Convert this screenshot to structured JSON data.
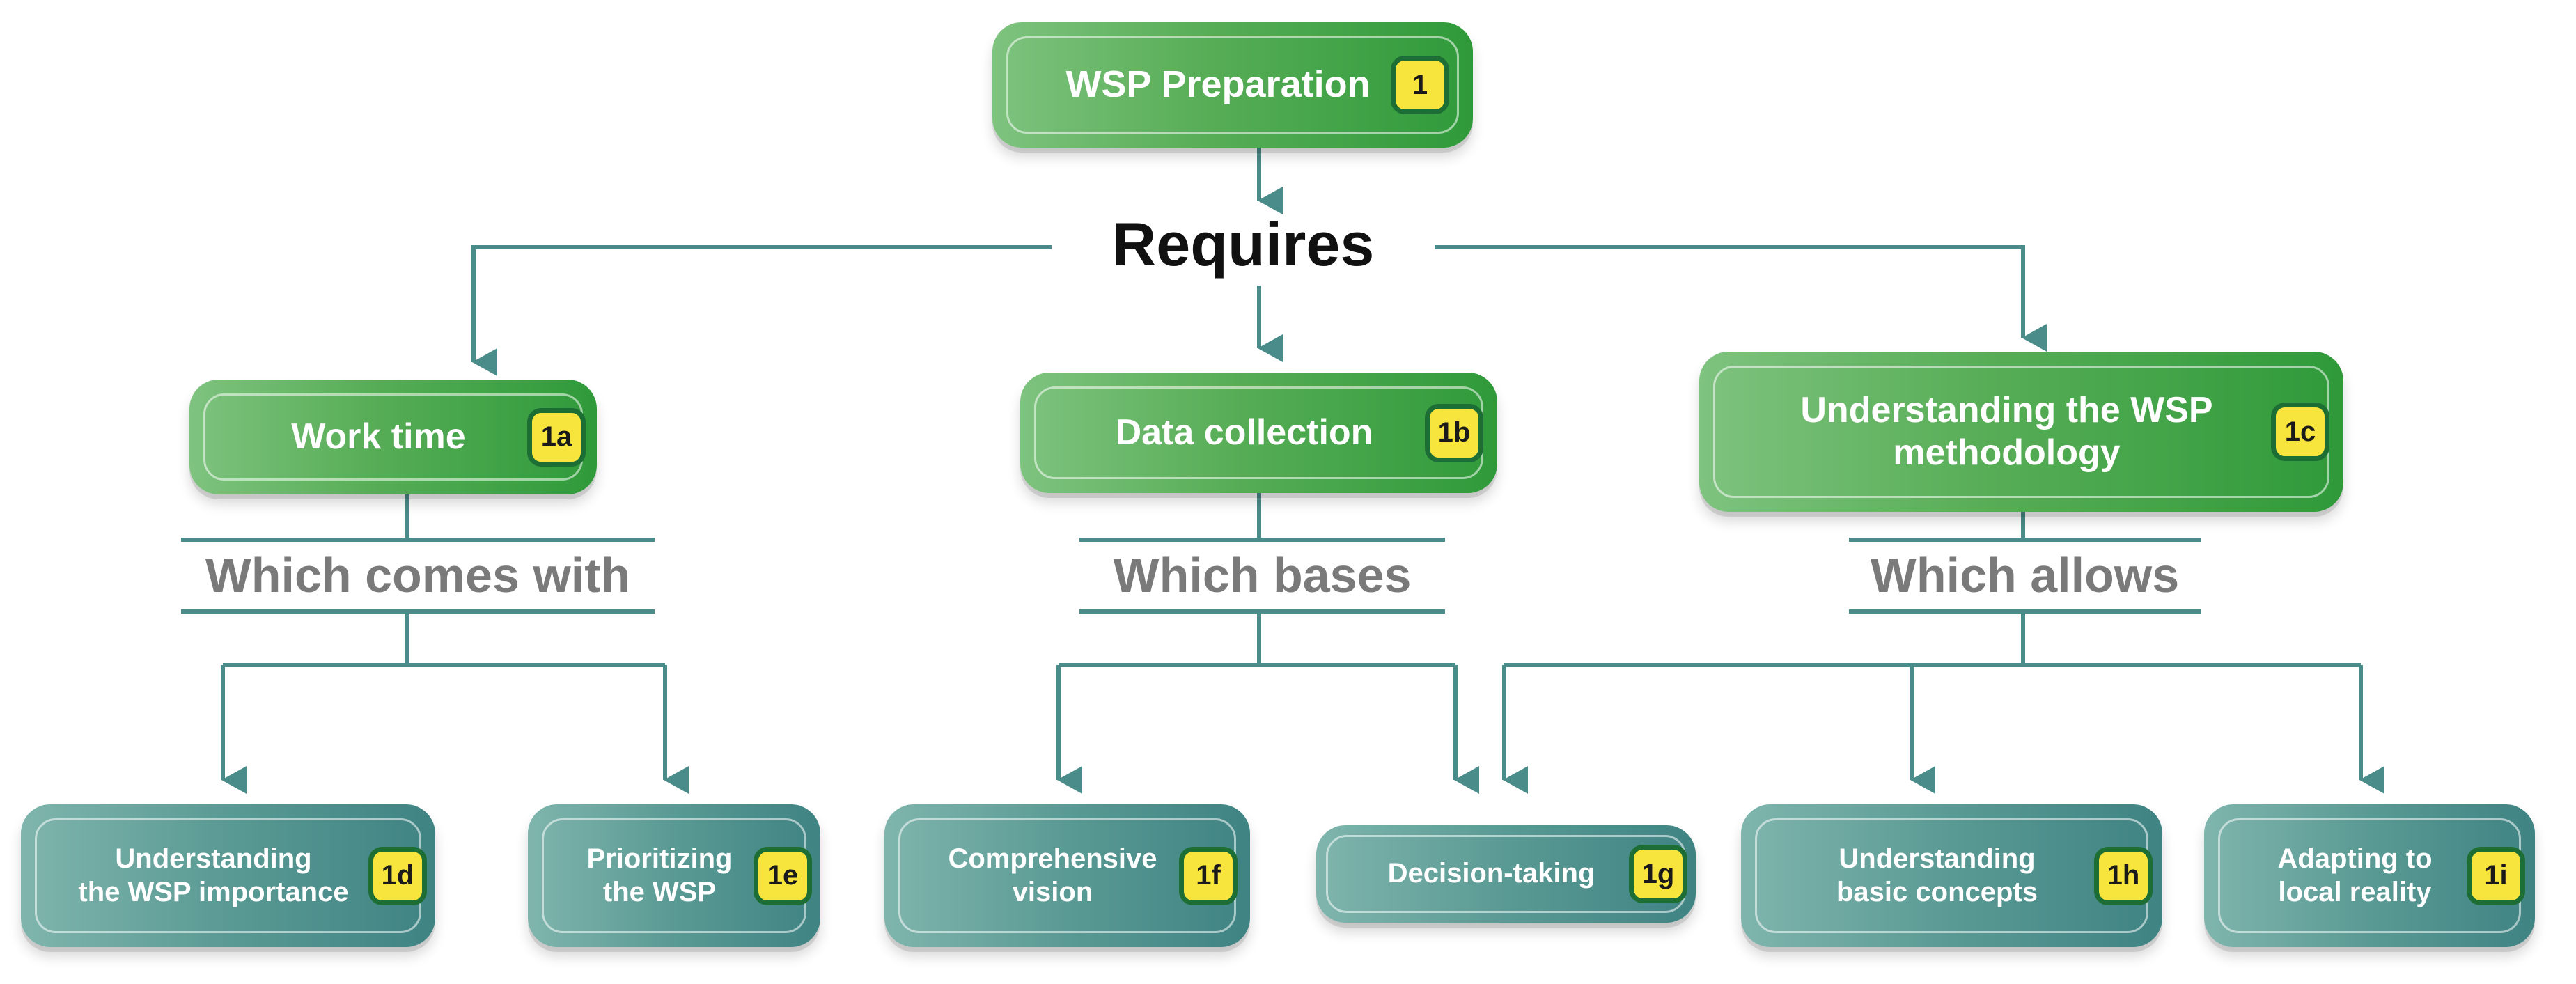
{
  "root": {
    "label": "WSP Preparation",
    "badge": "1"
  },
  "requires": "Requires",
  "branches": [
    {
      "label": "Work time",
      "badge": "1a",
      "connector": "Which comes with"
    },
    {
      "label": "Data collection",
      "badge": "1b",
      "connector": "Which bases"
    },
    {
      "label": "Understanding the WSP\nmethodology",
      "badge": "1c",
      "connector": "Which allows"
    }
  ],
  "leaves": [
    {
      "label": "Understanding\nthe WSP importance",
      "badge": "1d"
    },
    {
      "label": "Prioritizing\nthe WSP",
      "badge": "1e"
    },
    {
      "label": "Comprehensive\nvision",
      "badge": "1f"
    },
    {
      "label": "Decision-taking",
      "badge": "1g"
    },
    {
      "label": "Understanding\nbasic concepts",
      "badge": "1h"
    },
    {
      "label": "Adapting to\nlocal reality",
      "badge": "1i"
    }
  ],
  "colors": {
    "green_dark": "#2f9a3a",
    "teal": "#5a9a94",
    "badge_fill": "#f7e43c",
    "badge_border": "#1d6e34",
    "wire": "#4a8c89",
    "connector_text": "#7a7a7a"
  }
}
